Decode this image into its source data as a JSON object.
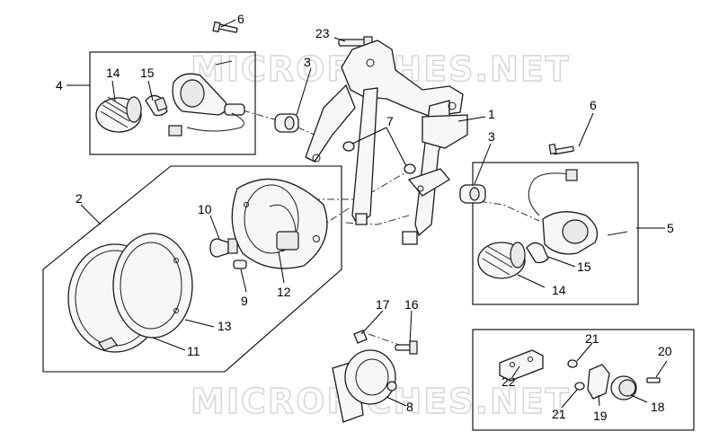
{
  "watermark": "MICROFICHES.NET",
  "callouts": {
    "c1": "1",
    "c2": "2",
    "c3a": "3",
    "c3b": "3",
    "c4": "4",
    "c5": "5",
    "c6a": "6",
    "c6b": "6",
    "c7": "7",
    "c8": "8",
    "c9": "9",
    "c10": "10",
    "c11": "11",
    "c12": "12",
    "c13": "13",
    "c14a": "14",
    "c14b": "14",
    "c15a": "15",
    "c15b": "15",
    "c16": "16",
    "c17": "17",
    "c18": "18",
    "c19": "19",
    "c20": "20",
    "c21a": "21",
    "c21b": "21",
    "c22": "22",
    "c23": "23"
  }
}
